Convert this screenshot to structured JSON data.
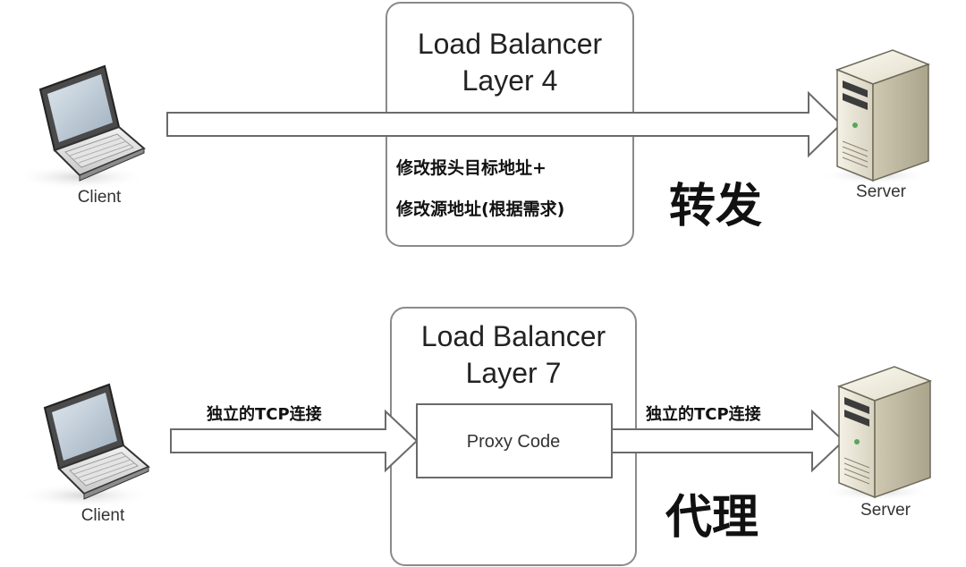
{
  "layer4": {
    "box_title_line1": "Load Balancer",
    "box_title_line2": "Layer 4",
    "note_line1": "修改报头目标地址+",
    "note_line2": "修改源地址(根据需求)",
    "mode_label": "转发",
    "client_label": "Client",
    "server_label": "Server"
  },
  "layer7": {
    "box_title_line1": "Load Balancer",
    "box_title_line2": "Layer 7",
    "proxy_label": "Proxy Code",
    "left_conn_label": "独立的TCP连接",
    "right_conn_label": "独立的TCP连接",
    "mode_label": "代理",
    "client_label": "Client",
    "server_label": "Server"
  },
  "icons": {
    "client": "laptop-icon",
    "server": "server-tower-icon"
  }
}
